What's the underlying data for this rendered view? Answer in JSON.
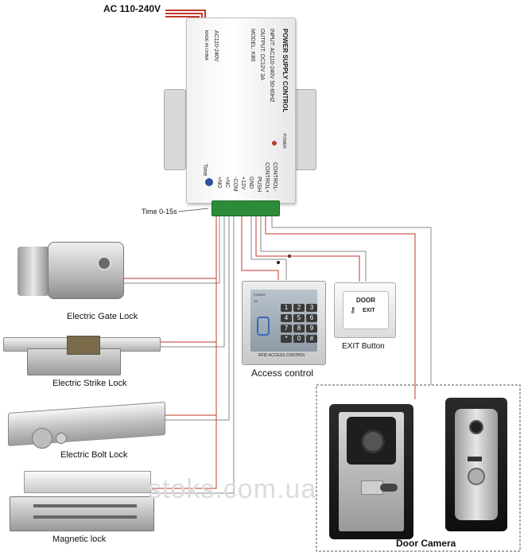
{
  "supply_label": "AC 110-240V",
  "timer_label": "Time 0-15s",
  "psu": {
    "title": "POWER SUPPLY CONTROL",
    "input": "INPUT: AC110-240V  50-60HZ",
    "output": "OUTPUT: DC12V  3A",
    "model": "MODEL: K80",
    "voltage": "AC110-240V",
    "made_in": "MADE IN CHINA",
    "power_led_label": "POWER",
    "time_label": "Time",
    "terminals": [
      "+NO",
      "+NC",
      "-COM",
      "+12V",
      "GND",
      "PUSH",
      "CONTROL+",
      "CONTROL-"
    ]
  },
  "devices": {
    "gate_lock": "Electric Gate Lock",
    "strike_lock": "Electric Strike Lock",
    "bolt_lock": "Electric Bolt Lock",
    "magnetic_lock": "Magnetic lock",
    "access_control": "Access control",
    "exit_button": "EXIT Button",
    "door_camera": "Door  Camera"
  },
  "keypad": {
    "brand": "RFID ACCESS CONTROL",
    "keys": [
      "1",
      "2",
      "3",
      "4",
      "5",
      "6",
      "7",
      "8",
      "9",
      "*",
      "0",
      "#"
    ],
    "led_labels": [
      "POWER",
      "OK"
    ]
  },
  "exit_plate": {
    "line1": "DOOR",
    "line2": "EXIT"
  },
  "watermark": "stoks.com.ua",
  "colors": {
    "wire_red": "#c0392b",
    "wire_gray": "#8a8a8a",
    "terminal_green": "#2e8b3a"
  }
}
